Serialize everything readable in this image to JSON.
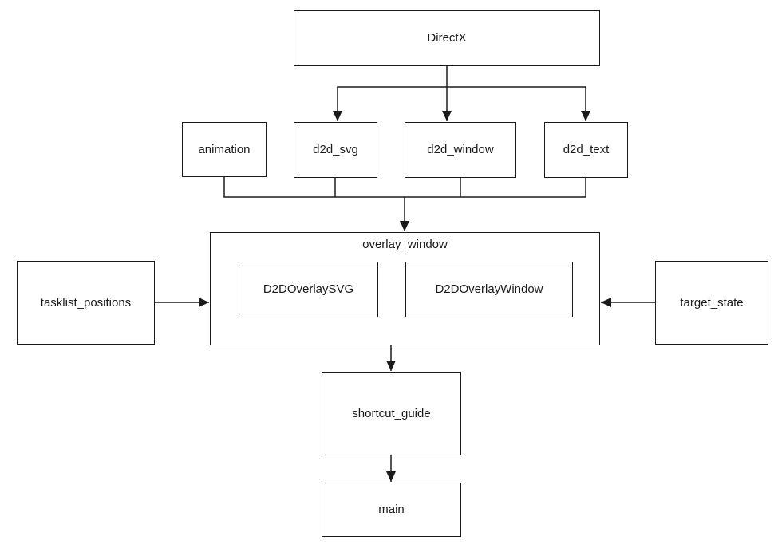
{
  "colors": {
    "background": "#ffffff",
    "stroke": "#1a1a1a",
    "node_fill": "#ffffff"
  },
  "nodes": {
    "directx": {
      "label": "DirectX"
    },
    "animation": {
      "label": "animation"
    },
    "d2d_svg": {
      "label": "d2d_svg"
    },
    "d2d_window": {
      "label": "d2d_window"
    },
    "d2d_text": {
      "label": "d2d_text"
    },
    "overlay_window": {
      "label": "overlay_window"
    },
    "d2d_overlay_svg": {
      "label": "D2DOverlaySVG"
    },
    "d2d_overlay_window": {
      "label": "D2DOverlayWindow"
    },
    "tasklist_positions": {
      "label": "tasklist_positions"
    },
    "target_state": {
      "label": "target_state"
    },
    "shortcut_guide": {
      "label": "shortcut_guide"
    },
    "main": {
      "label": "main"
    }
  },
  "edges": [
    {
      "from": "DirectX",
      "to": "d2d_svg",
      "arrow": true
    },
    {
      "from": "DirectX",
      "to": "d2d_window",
      "arrow": true
    },
    {
      "from": "DirectX",
      "to": "d2d_text",
      "arrow": true
    },
    {
      "from": "animation",
      "to": "overlay_window",
      "arrow": true
    },
    {
      "from": "d2d_svg",
      "to": "overlay_window",
      "arrow": true
    },
    {
      "from": "d2d_window",
      "to": "overlay_window",
      "arrow": true
    },
    {
      "from": "d2d_text",
      "to": "overlay_window",
      "arrow": true
    },
    {
      "from": "tasklist_positions",
      "to": "overlay_window",
      "arrow": true
    },
    {
      "from": "target_state",
      "to": "overlay_window",
      "arrow": true
    },
    {
      "from": "overlay_window",
      "to": "shortcut_guide",
      "arrow": true
    },
    {
      "from": "shortcut_guide",
      "to": "main",
      "arrow": true
    }
  ]
}
